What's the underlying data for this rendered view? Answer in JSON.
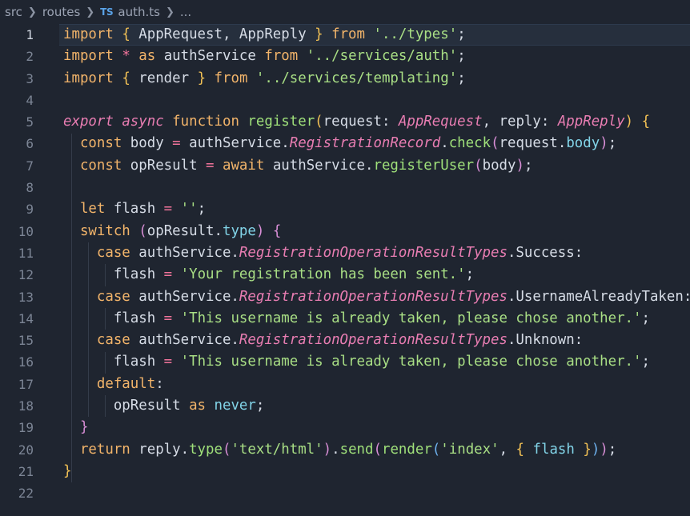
{
  "breadcrumb": {
    "segments": [
      "src",
      "routes"
    ],
    "file_icon": "TS",
    "file_name": "auth.ts",
    "more": "..."
  },
  "editor": {
    "current_line": 1,
    "line_numbers": [
      "1",
      "2",
      "3",
      "4",
      "5",
      "6",
      "7",
      "8",
      "9",
      "10",
      "11",
      "12",
      "13",
      "14",
      "15",
      "16",
      "17",
      "18",
      "19",
      "20",
      "21",
      "22"
    ],
    "lines": [
      [
        [
          "kw",
          "import"
        ],
        [
          "pn",
          " "
        ],
        [
          "br1",
          "{"
        ],
        [
          "id",
          " AppRequest, AppReply "
        ],
        [
          "br1",
          "}"
        ],
        [
          "pn",
          " "
        ],
        [
          "kw",
          "from"
        ],
        [
          "pn",
          " "
        ],
        [
          "str",
          "'../types'"
        ],
        [
          "pn",
          ";"
        ]
      ],
      [
        [
          "kw",
          "import"
        ],
        [
          "pn",
          " "
        ],
        [
          "op",
          "*"
        ],
        [
          "pn",
          " "
        ],
        [
          "kw",
          "as"
        ],
        [
          "id",
          " authService "
        ],
        [
          "kw",
          "from"
        ],
        [
          "pn",
          " "
        ],
        [
          "str",
          "'../services/auth'"
        ],
        [
          "pn",
          ";"
        ]
      ],
      [
        [
          "kw",
          "import"
        ],
        [
          "pn",
          " "
        ],
        [
          "br1",
          "{"
        ],
        [
          "id",
          " render "
        ],
        [
          "br1",
          "}"
        ],
        [
          "pn",
          " "
        ],
        [
          "kw",
          "from"
        ],
        [
          "pn",
          " "
        ],
        [
          "str",
          "'../services/templating'"
        ],
        [
          "pn",
          ";"
        ]
      ],
      [],
      [
        [
          "it",
          "export"
        ],
        [
          "pn",
          " "
        ],
        [
          "it",
          "async"
        ],
        [
          "pn",
          " "
        ],
        [
          "kw",
          "function"
        ],
        [
          "pn",
          " "
        ],
        [
          "fn",
          "register"
        ],
        [
          "br1",
          "("
        ],
        [
          "id",
          "request: "
        ],
        [
          "typ",
          "AppRequest"
        ],
        [
          "id",
          ", reply: "
        ],
        [
          "typ",
          "AppReply"
        ],
        [
          "br1",
          ")"
        ],
        [
          "pn",
          " "
        ],
        [
          "br1",
          "{"
        ]
      ],
      [
        [
          "pn",
          "  "
        ],
        [
          "kw",
          "const"
        ],
        [
          "id",
          " body "
        ],
        [
          "op",
          "="
        ],
        [
          "id",
          " authService."
        ],
        [
          "fnit",
          "RegistrationRecord"
        ],
        [
          "pn",
          "."
        ],
        [
          "fn",
          "check"
        ],
        [
          "br2",
          "("
        ],
        [
          "id",
          "request."
        ],
        [
          "prop",
          "body"
        ],
        [
          "br2",
          ")"
        ],
        [
          "pn",
          ";"
        ]
      ],
      [
        [
          "pn",
          "  "
        ],
        [
          "kw",
          "const"
        ],
        [
          "id",
          " opResult "
        ],
        [
          "op",
          "="
        ],
        [
          "pn",
          " "
        ],
        [
          "kw",
          "await"
        ],
        [
          "id",
          " authService."
        ],
        [
          "fn",
          "registerUser"
        ],
        [
          "br2",
          "("
        ],
        [
          "id",
          "body"
        ],
        [
          "br2",
          ")"
        ],
        [
          "pn",
          ";"
        ]
      ],
      [],
      [
        [
          "pn",
          "  "
        ],
        [
          "kw",
          "let"
        ],
        [
          "id",
          " flash "
        ],
        [
          "op",
          "="
        ],
        [
          "pn",
          " "
        ],
        [
          "str",
          "''"
        ],
        [
          "pn",
          ";"
        ]
      ],
      [
        [
          "pn",
          "  "
        ],
        [
          "kw",
          "switch"
        ],
        [
          "pn",
          " "
        ],
        [
          "br2",
          "("
        ],
        [
          "id",
          "opResult."
        ],
        [
          "prop",
          "type"
        ],
        [
          "br2",
          ")"
        ],
        [
          "pn",
          " "
        ],
        [
          "br2",
          "{"
        ]
      ],
      [
        [
          "pn",
          "    "
        ],
        [
          "kw",
          "case"
        ],
        [
          "id",
          " authService."
        ],
        [
          "fnit",
          "RegistrationOperationResultTypes"
        ],
        [
          "id",
          ".Success:"
        ]
      ],
      [
        [
          "pn",
          "      "
        ],
        [
          "id",
          "flash "
        ],
        [
          "op",
          "="
        ],
        [
          "pn",
          " "
        ],
        [
          "str",
          "'Your registration has been sent.'"
        ],
        [
          "pn",
          ";"
        ]
      ],
      [
        [
          "pn",
          "    "
        ],
        [
          "kw",
          "case"
        ],
        [
          "id",
          " authService."
        ],
        [
          "fnit",
          "RegistrationOperationResultTypes"
        ],
        [
          "id",
          ".UsernameAlreadyTaken:"
        ]
      ],
      [
        [
          "pn",
          "      "
        ],
        [
          "id",
          "flash "
        ],
        [
          "op",
          "="
        ],
        [
          "pn",
          " "
        ],
        [
          "str",
          "'This username is already taken, please chose another.'"
        ],
        [
          "pn",
          ";"
        ]
      ],
      [
        [
          "pn",
          "    "
        ],
        [
          "kw",
          "case"
        ],
        [
          "id",
          " authService."
        ],
        [
          "fnit",
          "RegistrationOperationResultTypes"
        ],
        [
          "id",
          ".Unknown:"
        ]
      ],
      [
        [
          "pn",
          "      "
        ],
        [
          "id",
          "flash "
        ],
        [
          "op",
          "="
        ],
        [
          "pn",
          " "
        ],
        [
          "str",
          "'This username is already taken, please chose another.'"
        ],
        [
          "pn",
          ";"
        ]
      ],
      [
        [
          "pn",
          "    "
        ],
        [
          "kw",
          "default"
        ],
        [
          "pn",
          ":"
        ]
      ],
      [
        [
          "pn",
          "      "
        ],
        [
          "id",
          "opResult "
        ],
        [
          "kw",
          "as"
        ],
        [
          "pn",
          " "
        ],
        [
          "prop",
          "never"
        ],
        [
          "pn",
          ";"
        ]
      ],
      [
        [
          "pn",
          "  "
        ],
        [
          "br2",
          "}"
        ]
      ],
      [
        [
          "pn",
          "  "
        ],
        [
          "kw",
          "return"
        ],
        [
          "id",
          " reply."
        ],
        [
          "fn",
          "type"
        ],
        [
          "br2",
          "("
        ],
        [
          "str",
          "'text/html'"
        ],
        [
          "br2",
          ")"
        ],
        [
          "pn",
          "."
        ],
        [
          "fn",
          "send"
        ],
        [
          "br2",
          "("
        ],
        [
          "fn",
          "render"
        ],
        [
          "br3",
          "("
        ],
        [
          "str",
          "'index'"
        ],
        [
          "pn",
          ", "
        ],
        [
          "br1",
          "{"
        ],
        [
          "pn",
          " "
        ],
        [
          "prop",
          "flash"
        ],
        [
          "pn",
          " "
        ],
        [
          "br1",
          "}"
        ],
        [
          "br3",
          ")"
        ],
        [
          "br2",
          ")"
        ],
        [
          "pn",
          ";"
        ]
      ],
      [
        [
          "br1",
          "}"
        ]
      ],
      []
    ]
  },
  "colors": {
    "background": "#1f2530",
    "keyword": "#f2b46a",
    "string": "#a9df85",
    "function": "#9fe07a",
    "type": "#e87db2",
    "property": "#82d4e8"
  }
}
